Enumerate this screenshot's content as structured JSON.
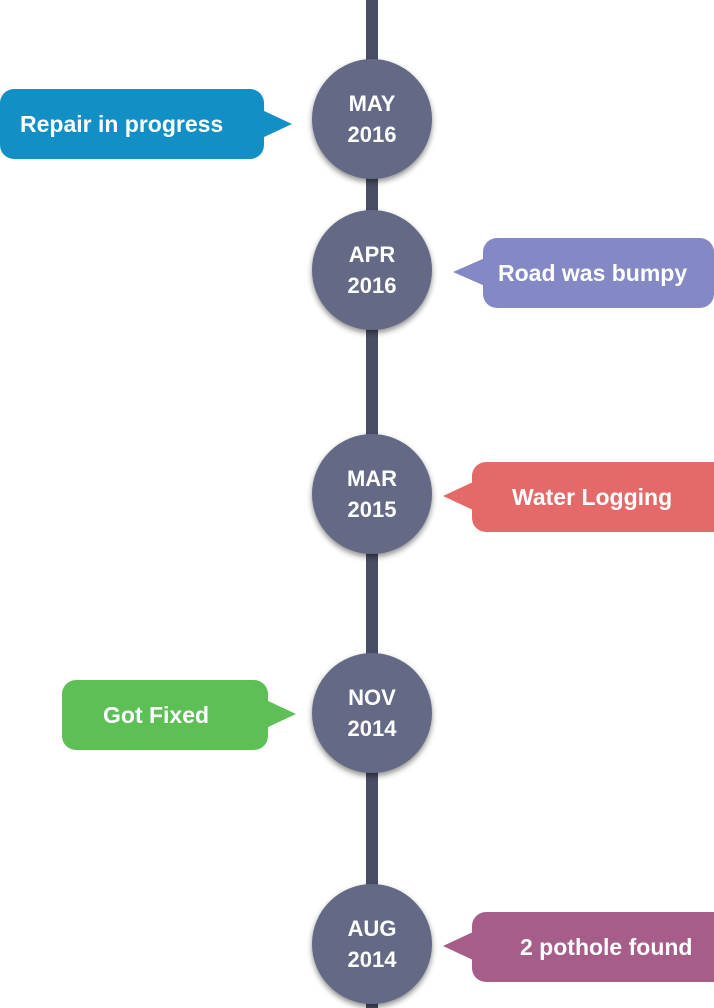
{
  "events": [
    {
      "month": "MAY",
      "year": "2016",
      "label": "Repair in progress",
      "side": "left",
      "color": "#1290c5"
    },
    {
      "month": "APR",
      "year": "2016",
      "label": "Road was bumpy",
      "side": "right",
      "color": "#8489c6"
    },
    {
      "month": "MAR",
      "year": "2015",
      "label": "Water Logging",
      "side": "right",
      "color": "#e46a6a"
    },
    {
      "month": "NOV",
      "year": "2014",
      "label": "Got Fixed",
      "side": "left",
      "color": "#5fbf57"
    },
    {
      "month": "AUG",
      "year": "2014",
      "label": "2 pothole found",
      "side": "right",
      "color": "#a65d8a"
    }
  ],
  "colors": {
    "line": "#4a4d66",
    "node": "#646a86",
    "text": "#ffffff"
  }
}
